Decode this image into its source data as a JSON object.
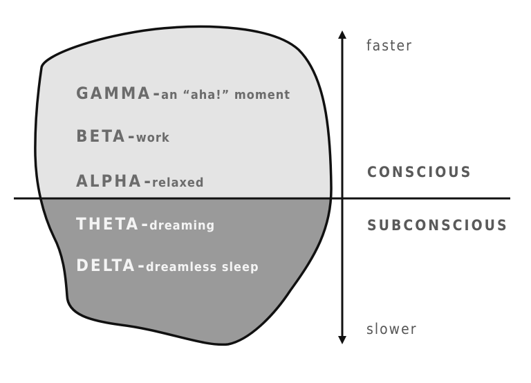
{
  "conscious_waves": [
    {
      "name": "GAMMA",
      "description": "an “aha!” moment"
    },
    {
      "name": "BETA",
      "description": "work"
    },
    {
      "name": "ALPHA",
      "description": "relaxed"
    }
  ],
  "subconscious_waves": [
    {
      "name": "THETA",
      "description": "dreaming"
    },
    {
      "name": "DELTA",
      "description": "dreamless sleep"
    }
  ],
  "separator": "-",
  "axis": {
    "top_label": "faster",
    "bottom_label": "slower"
  },
  "zones": {
    "upper": "CONSCIOUS",
    "lower": "SUBCONSCIOUS"
  },
  "colors": {
    "upper_fill": "#e4e4e4",
    "lower_fill": "#9a9a9a",
    "outline": "#111111",
    "upper_text": "#6b6b6b",
    "lower_text": "#f4f4f4"
  }
}
